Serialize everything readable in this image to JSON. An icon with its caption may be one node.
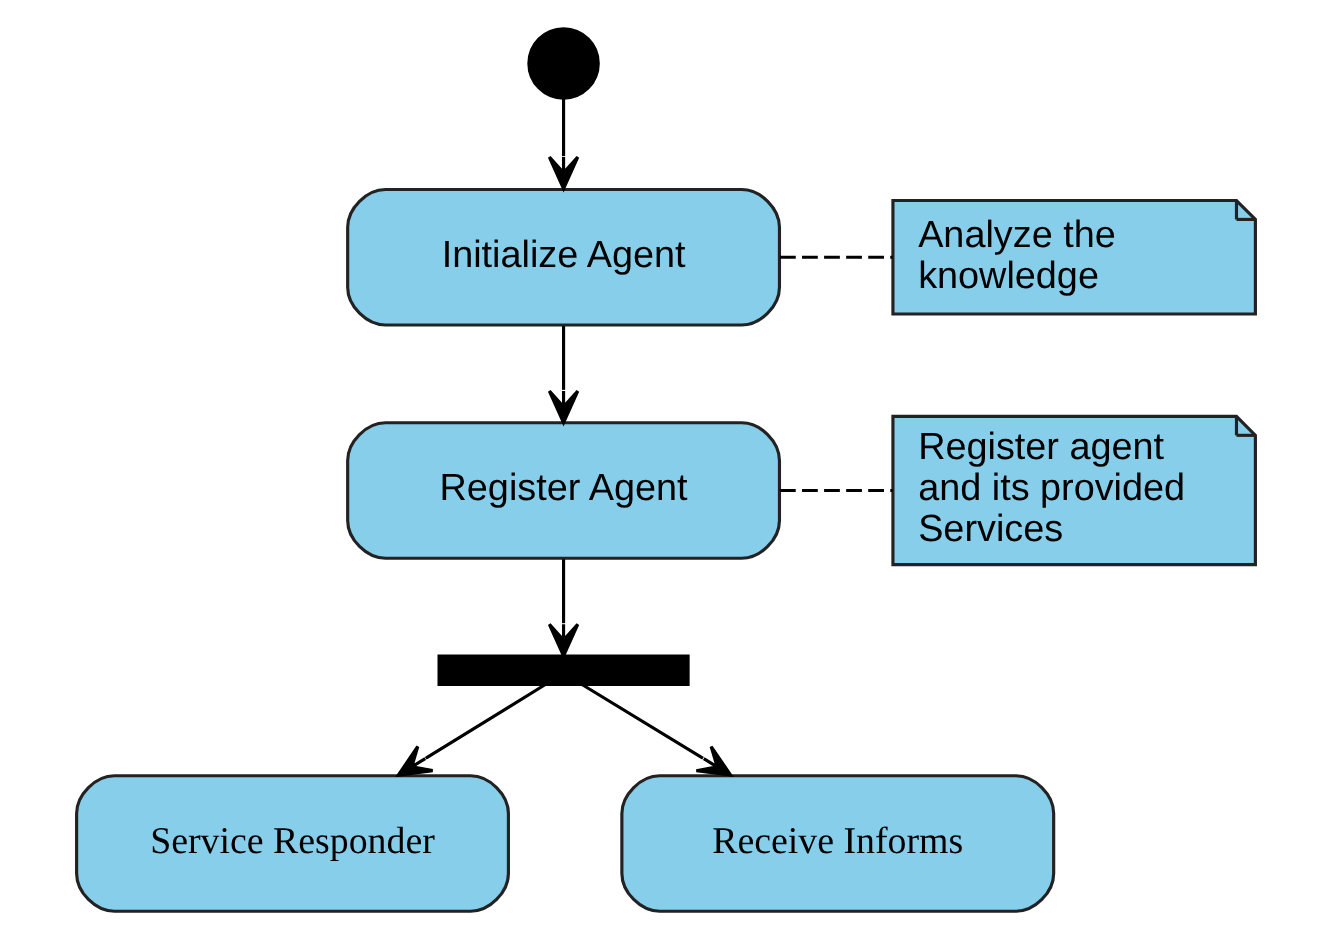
{
  "diagram": {
    "nodes": [
      {
        "text": [],
        "shape": "circle"
      },
      {
        "text": [
          "Initialize Agent"
        ]
      },
      {
        "text": [
          "Analyze the knowledge"
        ]
      },
      {
        "text": [
          "Register Agent"
        ]
      },
      {
        "text": [
          "Register agent and its provided Services"
        ]
      },
      {
        "text": [],
        "shape": "bar"
      },
      {
        "text": [
          "Service Responder"
        ]
      },
      {
        "text": [
          "Receive Informs"
        ]
      }
    ],
    "edges": [
      {
        "from": 0,
        "to": 1,
        "arrow": "to"
      },
      {
        "from": 1,
        "to": 2,
        "arrow": "none",
        "style": "dashed"
      },
      {
        "from": 1,
        "to": 3,
        "arrow": "to"
      },
      {
        "from": 3,
        "to": 4,
        "arrow": "none",
        "style": "dashed"
      },
      {
        "from": 3,
        "to": 5,
        "arrow": "to"
      },
      {
        "from": 5,
        "to": 6,
        "arrow": "to"
      },
      {
        "from": 5,
        "to": 7,
        "arrow": "to"
      }
    ]
  }
}
